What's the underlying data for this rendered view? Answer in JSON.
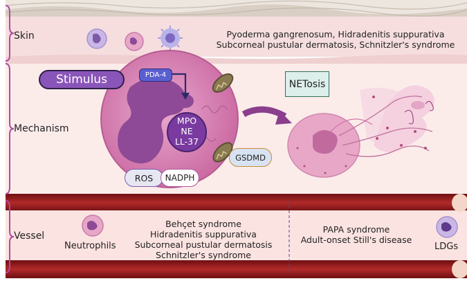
{
  "sections": {
    "skin": "Skin",
    "mechanism": "Mechanism",
    "vessel": "Vessel"
  },
  "skin_diseases": {
    "line1": "Pyoderma gangrenosum, Hidradenitis suppurativa",
    "line2": "Subcorneal pustular dermatosis, Schnitzler's syndrome"
  },
  "mechanism": {
    "stimulus": "Stimulus",
    "pda4": "PDA-4",
    "granules": [
      "MPO",
      "NE",
      "LL-37"
    ],
    "ros": "ROS",
    "nadph": "NADPH",
    "gsdmd": "GSDMD",
    "netosis": "NETosis"
  },
  "vessel": {
    "neutrophils_label": "Neutrophils",
    "neutrophil_diseases": [
      "Behçet syndrome",
      "Hidradenitis suppurativa",
      "Subcorneal pustular dermatosis",
      "Schnitzler's syndrome"
    ],
    "ldg_diseases": [
      "PAPA syndrome",
      "Adult-onset Still's disease"
    ],
    "ldgs_label": "LDGs"
  },
  "colors": {
    "skin_band": "#f6dede",
    "mechanism_band": "#fbecea",
    "vessel_red": "#8b1a1a",
    "cell_fill": "#d988b8",
    "nucleus": "#8e4a96",
    "stimulus": "#8a55b8",
    "brace": "#b04aa0"
  }
}
